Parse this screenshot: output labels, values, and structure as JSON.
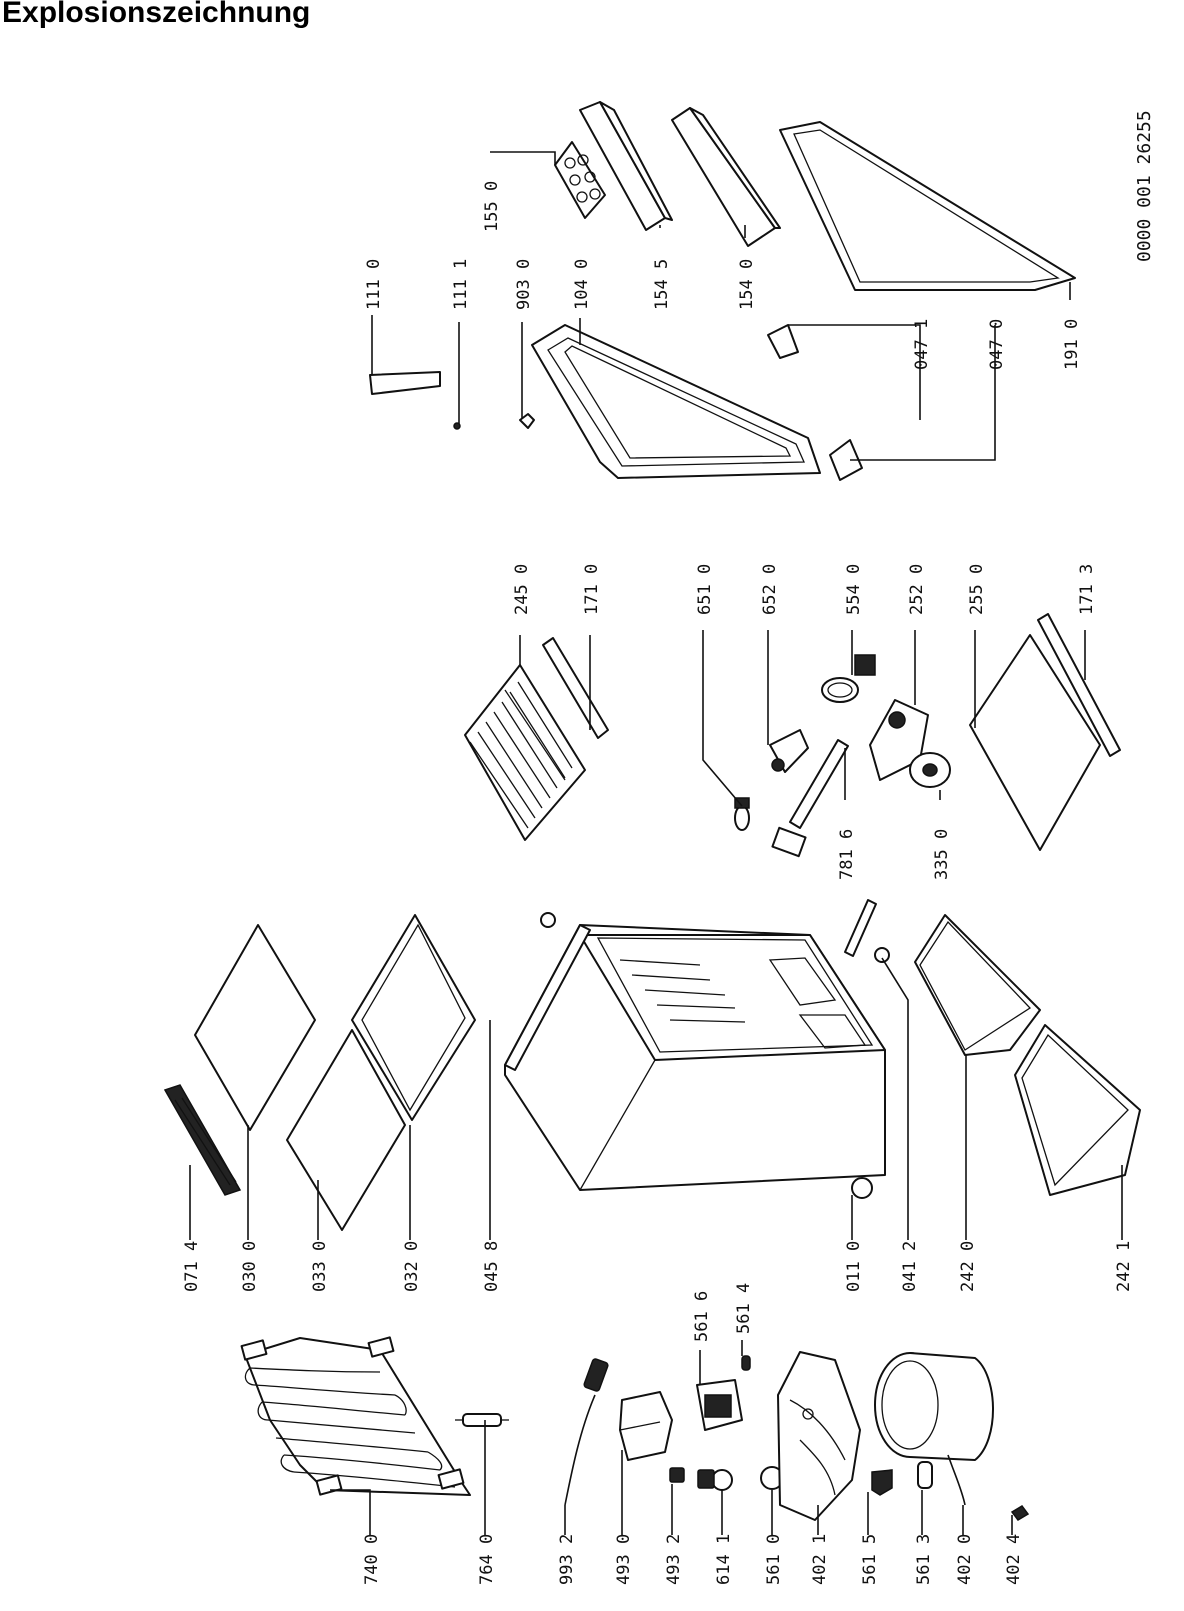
{
  "title": "Explosionszeichnung",
  "reference_number": "0000 001 26255",
  "part_labels": [
    "740 0",
    "764 0",
    "993 2",
    "493 0",
    "493 2",
    "614 1",
    "561 0",
    "402 1",
    "561 5",
    "561 3",
    "402 0",
    "402 4",
    "561 6",
    "561 4",
    "071 4",
    "030 0",
    "033 0",
    "032 0",
    "045 8",
    "011 0",
    "041 2",
    "242 0",
    "242 1",
    "245 0",
    "171 0",
    "651 0",
    "652 0",
    "554 0",
    "252 0",
    "255 0",
    "171 3",
    "781 6",
    "335 0",
    "111 0",
    "111 1",
    "903 0",
    "104 0",
    "155 0",
    "154 5",
    "154 0",
    "047 1",
    "047 0",
    "191 0"
  ]
}
